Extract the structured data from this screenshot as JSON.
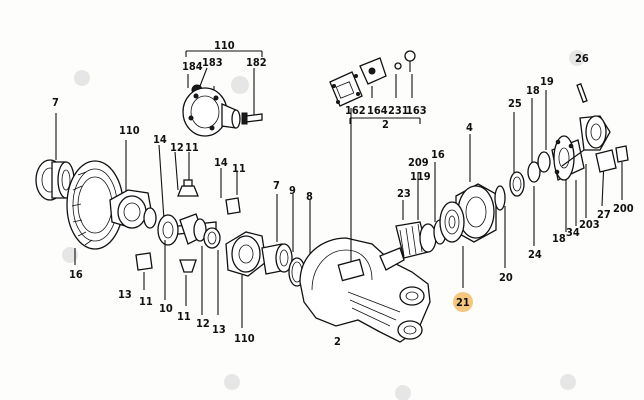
{
  "diagram": {
    "highlight_color": "#f5c77e",
    "highlight_text_color": "#b5651d",
    "labels": {
      "l110_top": "110",
      "l184": "184",
      "l183": "183",
      "l182": "182",
      "l7_left": "7",
      "l110_left": "110",
      "l14_a": "14",
      "l12_a": "12",
      "l11_a": "11",
      "l14_b": "14",
      "l11_b": "11",
      "l16_left": "16",
      "l13_a": "13",
      "l11_c": "11",
      "l10": "10",
      "l11_d": "11",
      "l12_b": "12",
      "l13_b": "13",
      "l110_bottom": "110",
      "l7_mid": "7",
      "l9": "9",
      "l8": "8",
      "l162": "162",
      "l164": "164",
      "l231": "231",
      "l163": "163",
      "l2_top": "2",
      "l2_bottom": "2",
      "l23": "23",
      "l209": "209",
      "l119": "119",
      "l16_right": "16",
      "l4": "4",
      "l21": "21",
      "l20": "20",
      "l25": "25",
      "l18_a": "18",
      "l19": "19",
      "l26": "26",
      "l24": "24",
      "l18_b": "18",
      "l34": "34",
      "l203": "203",
      "l27": "27",
      "l200": "200"
    }
  }
}
